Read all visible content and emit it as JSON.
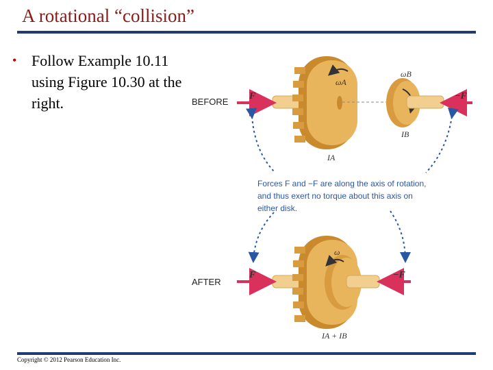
{
  "slide": {
    "title": "A rotational “collision”",
    "bullet": "Follow Example 10.11 using Figure 10.30 at the right.",
    "copyright": "Copyright © 2012 Pearson Education Inc."
  },
  "figure": {
    "before_label": "BEFORE",
    "after_label": "AFTER",
    "force_left": "F",
    "force_right": "−F",
    "omega_a": "ωA",
    "omega_b": "ωB",
    "omega": "ω",
    "inertia_a": "IA",
    "inertia_b": "IB",
    "inertia_sum": "IA + IB",
    "caption_line1": "Forces F and −F are along the axis of rotation,",
    "caption_line2": "and thus exert no torque about this axis on",
    "caption_line3": "either disk.",
    "colors": {
      "gear": "#e8b45c",
      "gear_dark": "#c98a2e",
      "shaft": "#f2cf8e",
      "arrow_red": "#d9315b",
      "dashed_blue": "#2a57a4"
    }
  }
}
